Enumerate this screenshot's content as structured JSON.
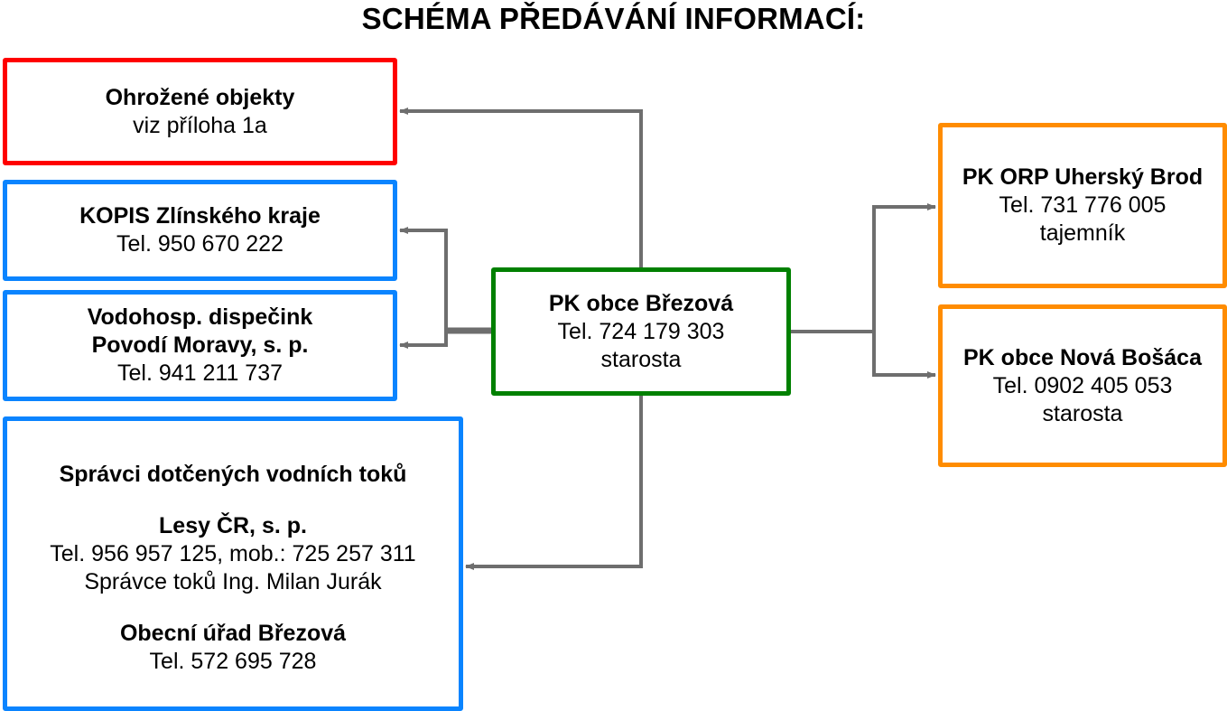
{
  "diagram": {
    "title": "SCHÉMA PŘEDÁVÁNÍ INFORMACÍ:",
    "colors": {
      "red": "#ff0000",
      "blue": "#0a84ff",
      "green": "#008000",
      "orange": "#ff8c00",
      "connector": "#6e6e6e"
    },
    "nodes": {
      "threatened": {
        "name": "Ohrožené objekty",
        "line1": "viz příloha 1a",
        "color": "red"
      },
      "kopis": {
        "name": "KOPIS Zlínského kraje",
        "phone": "Tel. 950 670 222",
        "color": "blue"
      },
      "water": {
        "name_line1": "Vodohosp. dispečink",
        "name_line2": "Povodí Moravy, s. p.",
        "phone": "Tel. 941 211 737",
        "color": "blue"
      },
      "admins": {
        "heading": "Správci dotčených vodních toků",
        "org1": {
          "name": "Lesy ČR, s. p.",
          "phone": "Tel. 956 957 125, mob.: 725 257 311",
          "person": "Správce toků Ing. Milan Jurák"
        },
        "org2": {
          "name": "Obecní úřad Březová",
          "phone": "Tel. 572 695 728"
        },
        "color": "blue"
      },
      "center": {
        "name": "PK obce Březová",
        "phone": "Tel. 724 179 303",
        "role": "starosta",
        "color": "green"
      },
      "orp": {
        "name": "PK ORP Uherský Brod",
        "phone": "Tel. 731 776 005",
        "role": "tajemník",
        "color": "orange"
      },
      "nova": {
        "name": "PK obce Nová Bošáca",
        "phone": "Tel. 0902 405 053",
        "role": "starosta",
        "color": "orange"
      }
    },
    "edges": [
      {
        "from": "center",
        "to": "threatened"
      },
      {
        "from": "center",
        "to": "kopis"
      },
      {
        "from": "center",
        "to": "water"
      },
      {
        "from": "center",
        "to": "admins"
      },
      {
        "from": "center",
        "to": "orp"
      },
      {
        "from": "center",
        "to": "nova"
      }
    ]
  }
}
